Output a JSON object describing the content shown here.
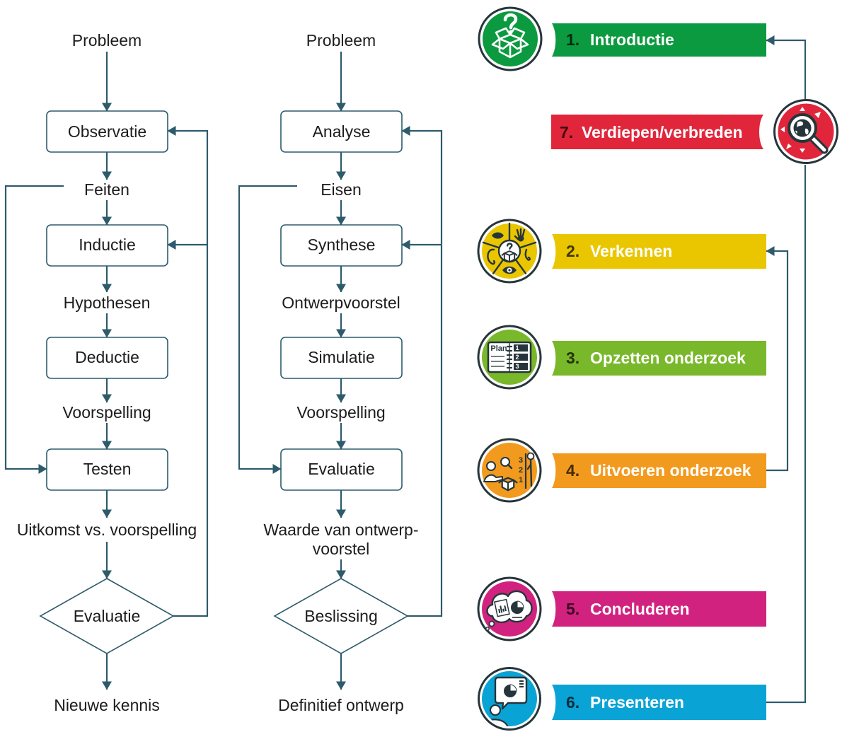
{
  "colors": {
    "line": "#2d5b6b"
  },
  "left_flow": {
    "start": "Probleem",
    "boxes": [
      "Observatie",
      "Inductie",
      "Deductie",
      "Testen"
    ],
    "outputs": [
      "Feiten",
      "Hypothesen",
      "Voorspelling",
      "Uitkomst vs. voorspelling"
    ],
    "decision": "Evaluatie",
    "end": "Nieuwe kennis"
  },
  "middle_flow": {
    "start": "Probleem",
    "boxes": [
      "Analyse",
      "Synthese",
      "Simulatie",
      "Evaluatie"
    ],
    "outputs": [
      "Eisen",
      "Ontwerpvoorstel",
      "Voorspelling"
    ],
    "final_output_lines": [
      "Waarde van ontwerp-",
      "voorstel"
    ],
    "decision": "Beslissing",
    "end": "Definitief ontwerp"
  },
  "phases": [
    {
      "number": "1.",
      "label": "Introductie",
      "color": "#0b9a3f",
      "icon": "question-box-icon"
    },
    {
      "number": "7.",
      "label": "Verdiepen/verbreden",
      "color": "#e1263b",
      "icon": "magnifier-globe-icon"
    },
    {
      "number": "2.",
      "label": "Verkennen",
      "color": "#e9c600",
      "icon": "senses-icon"
    },
    {
      "number": "3.",
      "label": "Opzetten onderzoek",
      "color": "#79b82a",
      "icon": "plan-notebook-icon"
    },
    {
      "number": "4.",
      "label": "Uitvoeren onderzoek",
      "color": "#f29a1e",
      "icon": "experiment-icon"
    },
    {
      "number": "5.",
      "label": "Concluderen",
      "color": "#d1227f",
      "icon": "thought-chart-icon"
    },
    {
      "number": "6.",
      "label": "Presenteren",
      "color": "#0aa3d6",
      "icon": "presentation-icon"
    }
  ],
  "icon_text": {
    "plan": "Plan",
    "list_numbers": [
      "1",
      "2",
      "3"
    ],
    "countdown": [
      "3",
      "2",
      "1"
    ]
  }
}
